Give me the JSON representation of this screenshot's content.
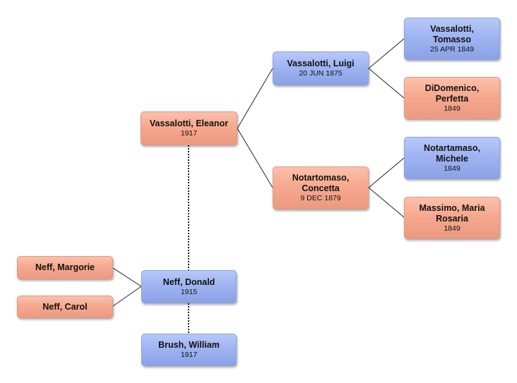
{
  "people": {
    "eleanor": {
      "name": "Vassalotti, Eleanor",
      "date": "1917"
    },
    "luigi": {
      "name": "Vassalotti, Luigi",
      "date": "20 JUN 1875"
    },
    "concetta": {
      "name": "Notartomaso, Concetta",
      "date": "9 DEC 1879"
    },
    "tomasso": {
      "name": "Vassalotti, Tomasso",
      "date": "25 APR 1849"
    },
    "perfetta": {
      "name": "DiDomenico, Perfetta",
      "date": "1849"
    },
    "michele": {
      "name": "Notartamaso, Michele",
      "date": "1849"
    },
    "rosaria": {
      "name": "Massimo, Maria Rosaria",
      "date": "1849"
    },
    "donald": {
      "name": "Neff, Donald",
      "date": "1915"
    },
    "william": {
      "name": "Brush, William",
      "date": "1917"
    },
    "margorie": {
      "name": "Neff, Margorie",
      "date": ""
    },
    "carol": {
      "name": "Neff, Carol",
      "date": ""
    }
  },
  "colors": {
    "male": "#9fb4f1",
    "female": "#f6a98f",
    "line": "#222222"
  }
}
